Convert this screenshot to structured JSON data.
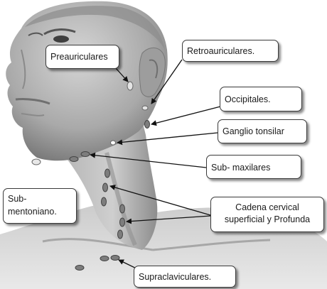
{
  "labels": {
    "preauriculares": "Preauriculares",
    "retroauriculares": "Retroauriculares.",
    "occipitales": "Occipitales.",
    "ganglio_tonsilar": "Ganglio tonsilar",
    "submaxilares": "Sub- maxilares",
    "submentoniano_line1": "Sub-",
    "submentoniano_line2": "mentoniano.",
    "cadena_line1": "Cadena cervical",
    "cadena_line2": "superficial y Profunda",
    "supraclaviculares": "Supraclaviculares."
  },
  "colors": {
    "node_gray": "#7d7d7d",
    "node_light": "#e4e4e4",
    "arrow": "#111111"
  }
}
